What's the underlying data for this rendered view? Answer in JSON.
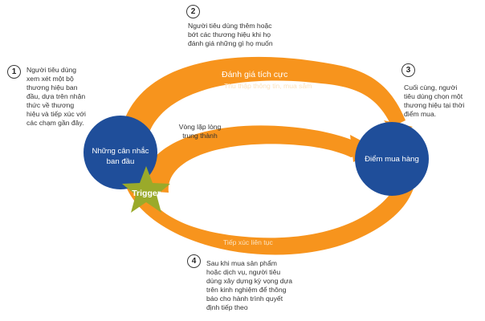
{
  "colors": {
    "orange": "#f7941d",
    "navy": "#1f4e9a",
    "star": "#9aaa2a",
    "text": "#333333"
  },
  "steps": [
    {
      "number": "1",
      "text": "Người tiêu dùng\nxem xét một bộ\nthương hiệu ban\nđầu, dựa trên nhận\nthức về thương\nhiệu và tiếp xúc với\ncác chạm gần đây."
    },
    {
      "number": "2",
      "text": "Người tiêu dùng thêm hoặc\nbớt các thương hiệu khi họ\nđánh giá những gì họ muốn"
    },
    {
      "number": "3",
      "text": "Cuối cùng, người\ntiêu dùng chọn một\nthương hiệu tại thời\nđiểm mua."
    },
    {
      "number": "4",
      "text": "Sau khi mua sản phẩm\nhoặc dịch vụ, người tiêu\ndùng xây dựng kỳ vọng dựa\ntrên kinh nghiệm để thông\nbáo cho hành trình quyết\nđịnh tiếp theo"
    }
  ],
  "arcs": {
    "top_title": "Đánh giá tích cực",
    "top_subtitle": "Thu thập thông tin, mua sắm",
    "bottom_title": "Trải nghiệm sau khi mua",
    "bottom_subtitle": "Tiếp xúc liên tục",
    "inner_label": "Vòng lặp lòng\ntrung thành"
  },
  "nodes": {
    "left": "Những cân nhắc\nban đầu",
    "right": "Điểm mua hàng",
    "trigger": "Trigger"
  }
}
